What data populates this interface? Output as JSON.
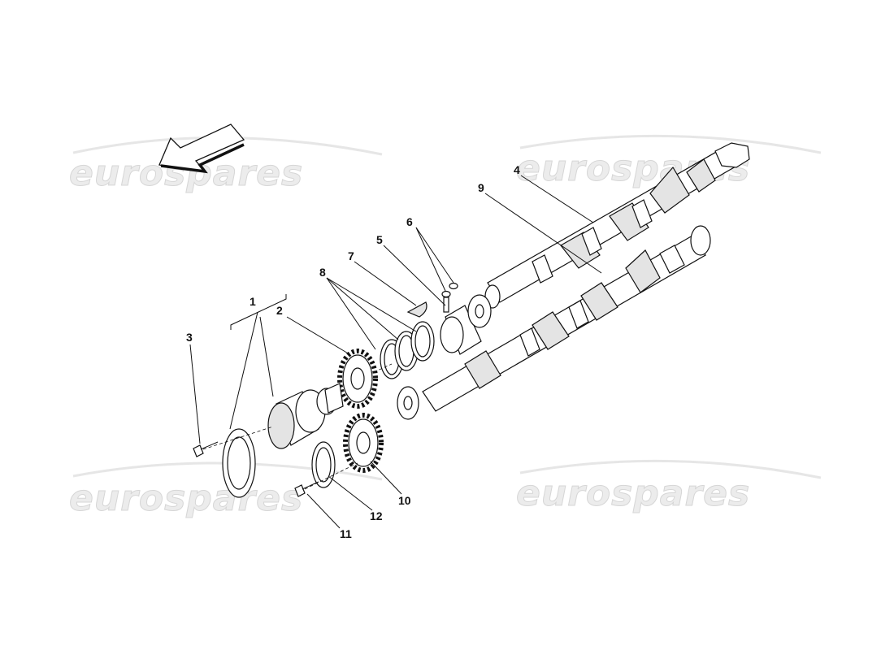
{
  "watermark": {
    "text": "eurospares"
  },
  "callouts": [
    {
      "label": "1"
    },
    {
      "label": "2"
    },
    {
      "label": "3"
    },
    {
      "label": "4"
    },
    {
      "label": "5"
    },
    {
      "label": "6"
    },
    {
      "label": "7"
    },
    {
      "label": "8"
    },
    {
      "label": "9"
    },
    {
      "label": "10"
    },
    {
      "label": "11"
    },
    {
      "label": "12"
    }
  ]
}
